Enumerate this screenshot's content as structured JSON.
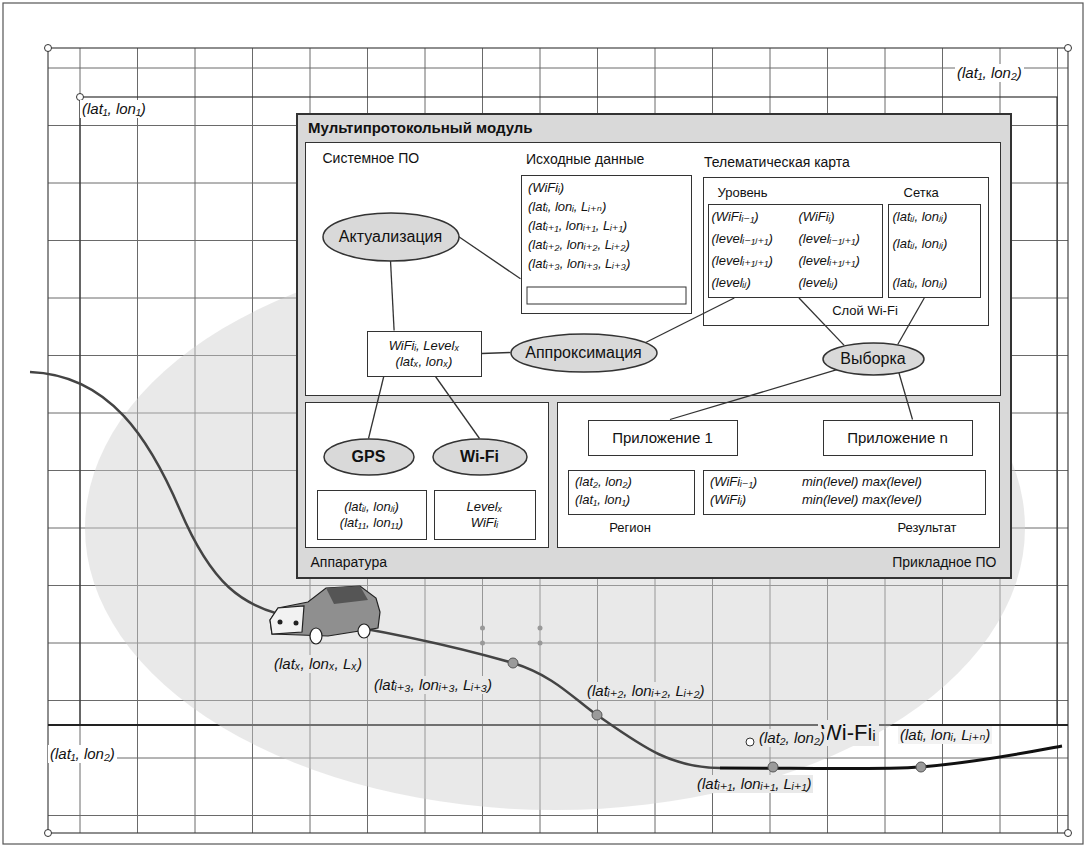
{
  "diagram": {
    "nodes": [
      {
        "text": [
          "Мультипротокольный модуль"
        ]
      },
      {
        "text": [
          "Системное ПО"
        ],
        "in": 0
      },
      {
        "text": [
          "Исходные данные",
          "(WiFiᵢ)",
          "(latᵢ, lonᵢ, Lᵢ₊ₙ)",
          "(latᵢ₊₁, lonᵢ₊₁, Lᵢ₊₁)",
          "(latᵢ₊₂, lonᵢ₊₂, Lᵢ₊₂)",
          "(latᵢ₊₃, lonᵢ₊₃, Lᵢ₊₃)"
        ],
        "in": 1
      },
      {
        "text": [
          "Телематическая карта",
          "Слой Wi-Fi"
        ],
        "in": 1
      },
      {
        "text": [
          "Уровень",
          "(WiFiᵢ₋₁)",
          "(levelᵢ₋₁ⱼ₊₁)",
          "(levelᵢ₊₁ⱼ₊₁)",
          "(levelᵢⱼ)",
          "(WiFiᵢ)",
          "(levelᵢ₋₁ⱼ₊₁)",
          "(levelᵢ₊₁ⱼ₊₁)",
          "(levelᵢⱼ)"
        ],
        "in": 3
      },
      {
        "text": [
          "Сетка",
          "(latᵢⱼ, lonⱼᵢ)",
          "(latᵢⱼ, lonⱼᵢ)",
          "(latᵢⱼ, lonⱼᵢ)"
        ],
        "in": 3
      },
      {
        "text": [
          "Актуализация"
        ],
        "in": 1
      },
      {
        "text": [
          "WiFiᵢ, Levelₓ",
          "(latₓ, lonₓ)"
        ],
        "in": 1
      },
      {
        "text": [
          "Аппроксимация"
        ],
        "in": 1
      },
      {
        "text": [
          "Выборка"
        ],
        "in": 1
      },
      {
        "text": [
          "Аппаратура"
        ],
        "in": 0
      },
      {
        "text": [
          "GPS"
        ],
        "in": 10
      },
      {
        "text": [
          "Wi-Fi"
        ],
        "in": 10
      },
      {
        "text": [
          "(latᵢⱼ, lonⱼᵢ)",
          "(lat₁₁, lon₁₁)"
        ],
        "in": 10
      },
      {
        "text": [
          "Levelₓ",
          "WiFiᵢ"
        ],
        "in": 10
      },
      {
        "text": [
          "Прикладное ПО"
        ],
        "in": 0
      },
      {
        "text": [
          "Приложение 1"
        ],
        "in": 15
      },
      {
        "text": [
          "Приложение n"
        ],
        "in": 15
      },
      {
        "text": [
          "(lat₂, lon₂)",
          "(lat₁, lon₁)",
          "Регион"
        ],
        "in": 15
      },
      {
        "text": [
          "(WiFiᵢ₋₁)",
          "min(level) max(level)",
          "(WiFiᵢ)",
          "min(level) max(level)",
          "Результат"
        ],
        "in": 15
      }
    ],
    "edges": [
      {
        "from": 6,
        "to": 2,
        "arrow": "none"
      },
      {
        "from": 6,
        "to": 7,
        "arrow": "none"
      },
      {
        "from": 7,
        "to": 8,
        "arrow": "none"
      },
      {
        "from": 8,
        "to": 4,
        "arrow": "none"
      },
      {
        "from": 4,
        "to": 9,
        "arrow": "none"
      },
      {
        "from": 5,
        "to": 9,
        "arrow": "none"
      },
      {
        "from": 9,
        "to": 16,
        "arrow": "none"
      },
      {
        "from": 9,
        "to": 17,
        "arrow": "none"
      },
      {
        "from": 7,
        "to": 11,
        "arrow": "none"
      },
      {
        "from": 7,
        "to": 12,
        "arrow": "none"
      }
    ],
    "labels": [
      "(lat₁, lon₁)",
      "(lat₁, lon₂)",
      "(lat₁, lon₂)",
      "(latₓ, lonₓ, Lₓ)",
      "(latᵢ₊₃, lonᵢ₊₃, Lᵢ₊₃)",
      "(latᵢ₊₂, lonᵢ₊₂, Lᵢ₊₂)",
      "Wi-Fiᵢ",
      "(lat₂, lon₂)",
      "(latᵢ, lonᵢ, Lᵢ₊ₙ)",
      "(latᵢ₊₁, lonᵢ₊₁, Lᵢ₊₁)"
    ]
  }
}
